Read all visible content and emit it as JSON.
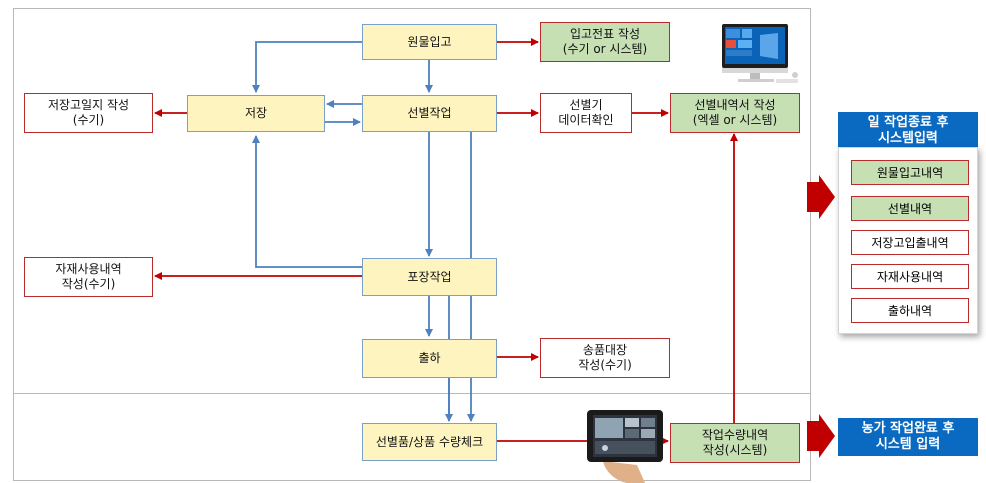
{
  "process_nodes": {
    "receiving": "원물입고",
    "storage": "저장",
    "sorting": "선별작업",
    "packing": "포장작업",
    "shipping": "출하",
    "quantity_check": "선별품/상품 수량체크"
  },
  "outputs": {
    "receipt_slip": [
      "입고전표 작성",
      "(수기 or 시스템)"
    ],
    "storage_log": [
      "저장고일지 작성",
      "(수기)"
    ],
    "sorter_data": [
      "선별기",
      "데이터확인"
    ],
    "sorting_detail": [
      "선별내역서 작성",
      "(엑셀 or 시스템)"
    ],
    "material_usage": [
      "자재사용내역",
      "작성(수기)"
    ],
    "delivery_ledger": [
      "송품대장",
      "작성(수기)"
    ],
    "work_quantity": [
      "작업수량내역",
      "작성(시스템)"
    ]
  },
  "daily_panel": {
    "title": [
      "일 작업종료 후",
      "시스템입력"
    ],
    "items": [
      {
        "label": "원물입고내역",
        "highlight": true
      },
      {
        "label": "선별내역",
        "highlight": true
      },
      {
        "label": "저장고입출내역",
        "highlight": false
      },
      {
        "label": "자재사용내역",
        "highlight": false
      },
      {
        "label": "출하내역",
        "highlight": false
      }
    ]
  },
  "farm_panel": {
    "title": [
      "농가 작업완료 후",
      "시스템 입력"
    ]
  },
  "colors": {
    "blue_arrow": "#4f81bd",
    "red_arrow": "#c00000",
    "process_fill": "#fdf4c0",
    "output_green": "#c6e0b4",
    "title_blue": "#0a69c1"
  },
  "icons": [
    "desktop-computer-icon",
    "tablet-icon"
  ]
}
